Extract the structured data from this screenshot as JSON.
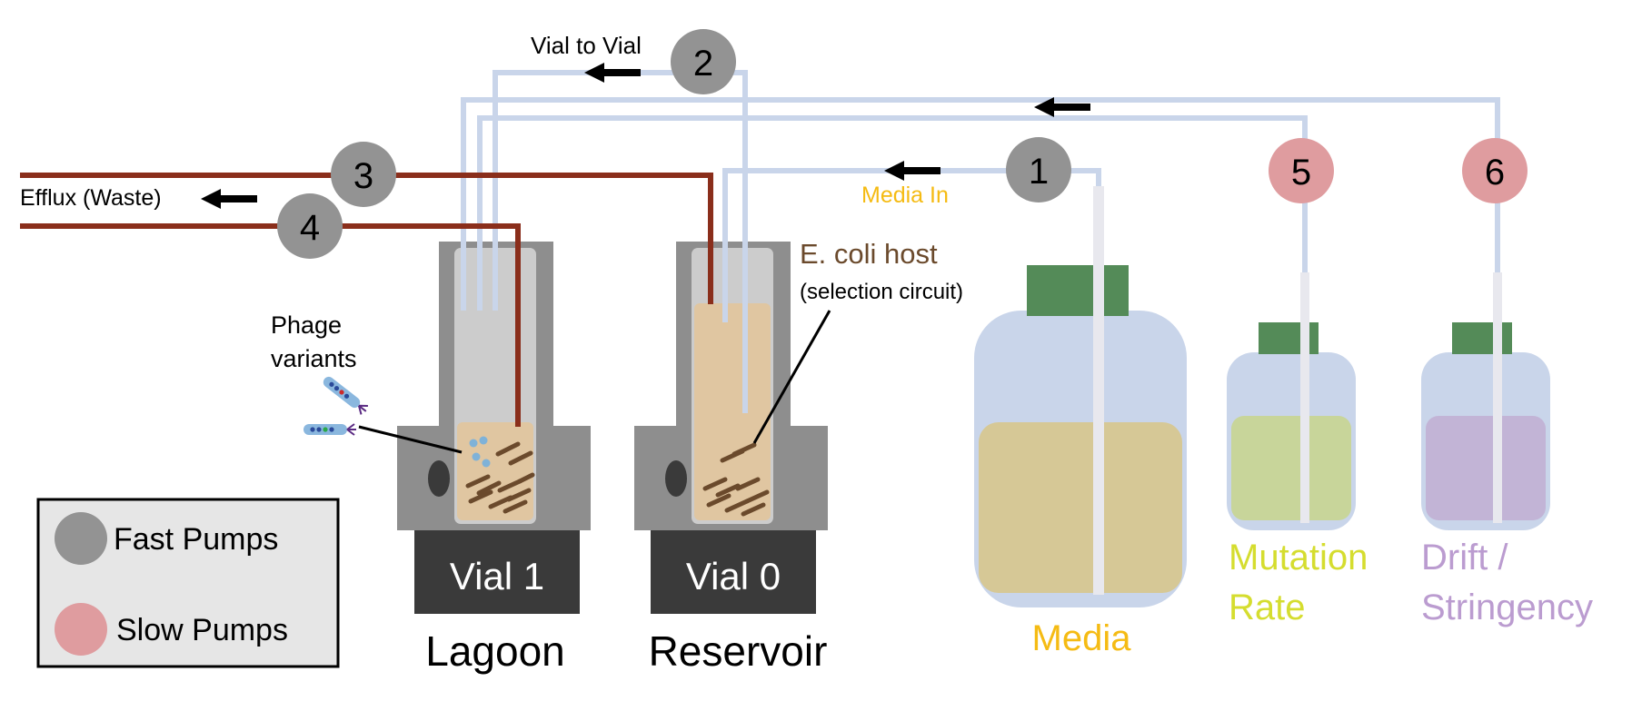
{
  "pumps": [
    {
      "number": "1",
      "type": "fast"
    },
    {
      "number": "2",
      "type": "fast"
    },
    {
      "number": "3",
      "type": "fast"
    },
    {
      "number": "4",
      "type": "fast"
    },
    {
      "number": "5",
      "type": "slow"
    },
    {
      "number": "6",
      "type": "slow"
    }
  ],
  "labels": {
    "vial_to_vial": "Vial to Vial",
    "efflux": "Efflux (Waste)",
    "media_in": "Media In",
    "ecoli_host": "E. coli host",
    "selection_circuit": "(selection circuit)",
    "phage_variants_line1": "Phage",
    "phage_variants_line2": "variants"
  },
  "vials": [
    {
      "tag": "Vial 1",
      "role": "Lagoon"
    },
    {
      "tag": "Vial 0",
      "role": "Reservoir"
    }
  ],
  "bottles": {
    "media": {
      "label": "Media"
    },
    "mutation": {
      "line1": "Mutation",
      "line2": "Rate"
    },
    "drift": {
      "line1": "Drift /",
      "line2": "Stringency"
    }
  },
  "legend": {
    "fast": "Fast Pumps",
    "slow": "Slow Pumps"
  },
  "colors": {
    "fast_pump": "#939393",
    "slow_pump": "#df9c9f",
    "waste_tube": "#8a2e1b",
    "media_tube": "#c9d5ea",
    "media_text": "#f5bb13",
    "mutation_text": "#d5dd2f",
    "drift_text": "#bb9cd0",
    "host_text": "#6b4a2c",
    "cap": "#548b58",
    "vial_body": "#8e8e8e",
    "vial_base": "#3a3a3a"
  }
}
